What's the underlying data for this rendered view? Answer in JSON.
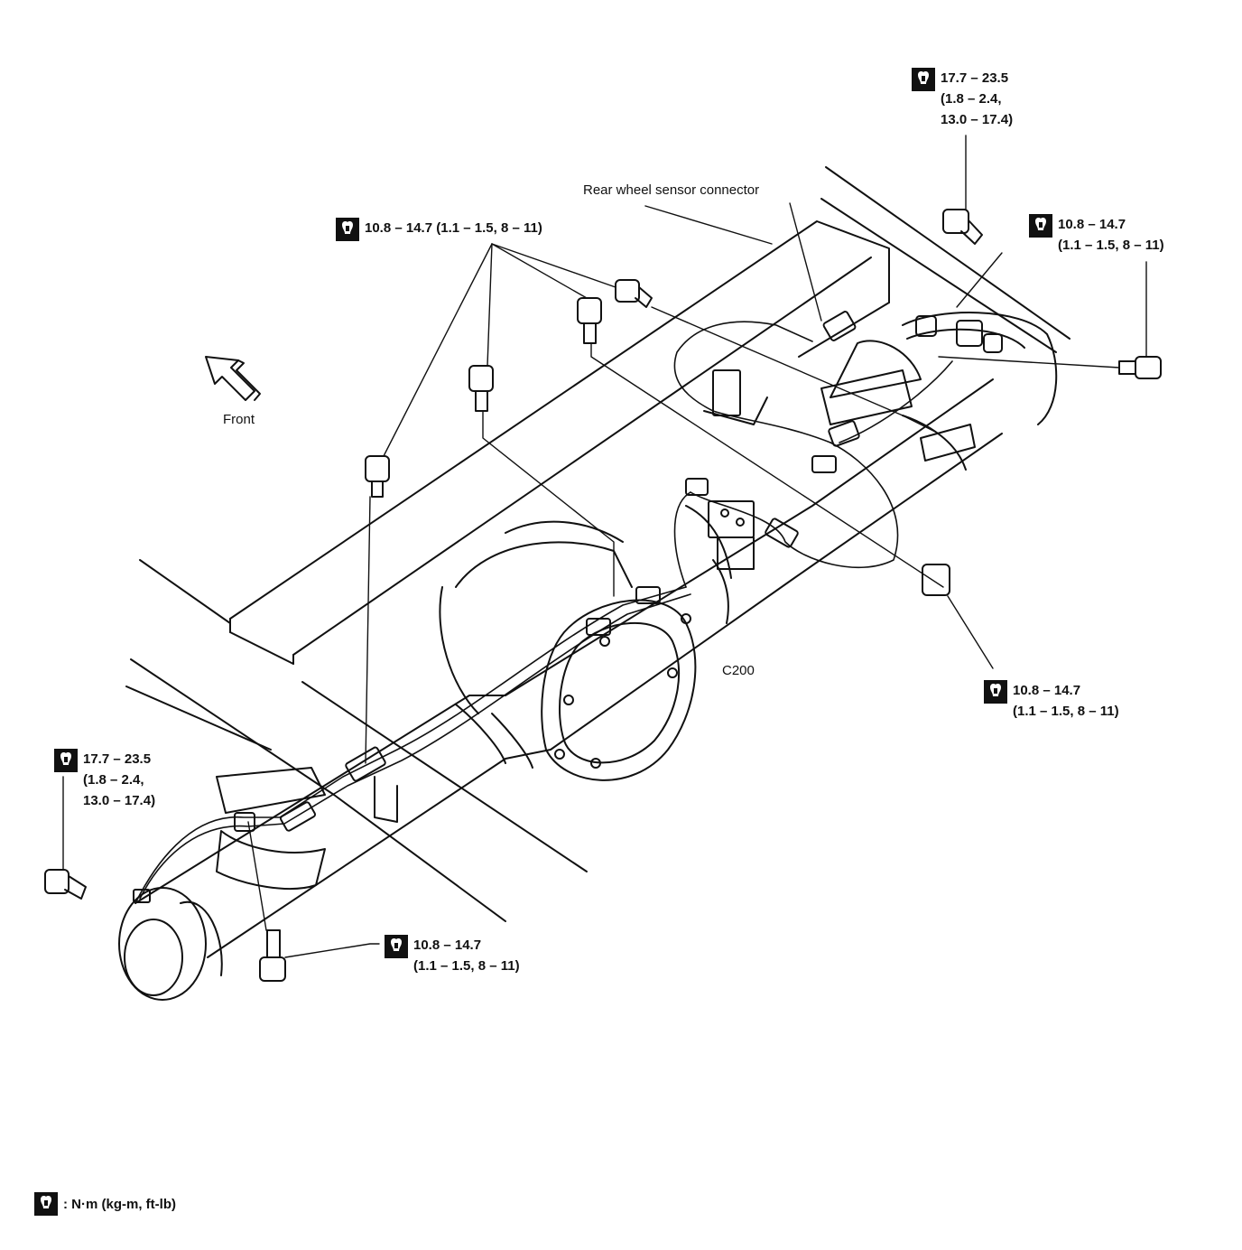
{
  "diagram": {
    "labels": {
      "front": "Front",
      "connector": "Rear wheel sensor connector",
      "connector_id": "C200"
    },
    "torque_specs": [
      {
        "lines": [
          "17.7 – 23.5",
          "(1.8 – 2.4,",
          "13.0 – 17.4)"
        ]
      },
      {
        "lines": [
          "10.8 – 14.7",
          "(1.1 – 1.5, 8 – 11)"
        ]
      },
      {
        "lines": [
          "10.8 – 14.7 (1.1 – 1.5, 8 – 11)"
        ]
      },
      {
        "lines": [
          "10.8 – 14.7",
          "(1.1 – 1.5, 8 – 11)"
        ]
      },
      {
        "lines": [
          "17.7 – 23.5",
          "(1.8 – 2.4,",
          "13.0 – 17.4)"
        ]
      },
      {
        "lines": [
          "10.8 – 14.7",
          "(1.1 – 1.5, 8 – 11)"
        ]
      }
    ],
    "legend": {
      "unit_text": ": N·m (kg-m, ft-lb)"
    },
    "icons": {
      "torque": "torque-wrench-icon",
      "direction": "front-arrow-icon"
    },
    "colors": {
      "ink": "#111111",
      "paper": "#ffffff"
    }
  }
}
